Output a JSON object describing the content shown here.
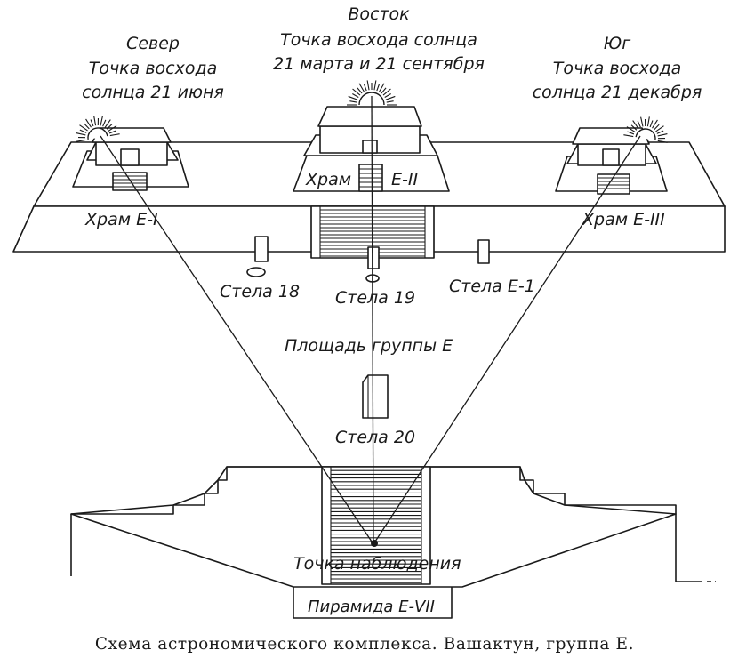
{
  "labels": {
    "north_line1": "Север",
    "north_line2": "Точка восхода",
    "north_line3": "солнца 21 июня",
    "east_line1": "Восток",
    "east_line2": "Точка восхода солнца",
    "east_line3": "21 марта и 21 сентября",
    "south_line1": "Юг",
    "south_line2": "Точка восхода",
    "south_line3": "солнца 21 декабря",
    "temple_e1": "Храм Е-I",
    "temple_e2_left": "Храм",
    "temple_e2_right": "Е-II",
    "temple_e3": "Храм Е-III",
    "stela_18": "Стела 18",
    "stela_19": "Стела 19",
    "stela_e1": "Стела Е-1",
    "plaza": "Площадь группы Е",
    "stela_20": "Стела 20",
    "observation_point": "Точка наблюдения",
    "pyramid": "Пирамида Е-VII"
  },
  "caption": "Схема астрономического комплекса. Вашактун, группа Е.",
  "icons": [
    "sun-rays-icon-north",
    "sun-rays-icon-east",
    "sun-rays-icon-south"
  ]
}
